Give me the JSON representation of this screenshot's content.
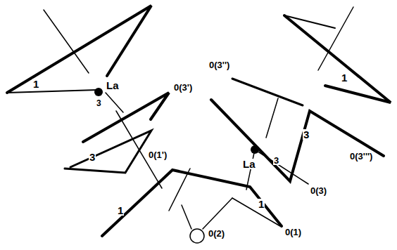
{
  "diagram": {
    "labels": [
      "1",
      "La",
      "3",
      "0(3'')",
      "1",
      "0(3')",
      "3",
      "0(1')",
      "3",
      "La",
      "3",
      "0(3''')",
      "0(3)",
      "1",
      "1",
      "0(2)",
      "0(1)"
    ]
  }
}
